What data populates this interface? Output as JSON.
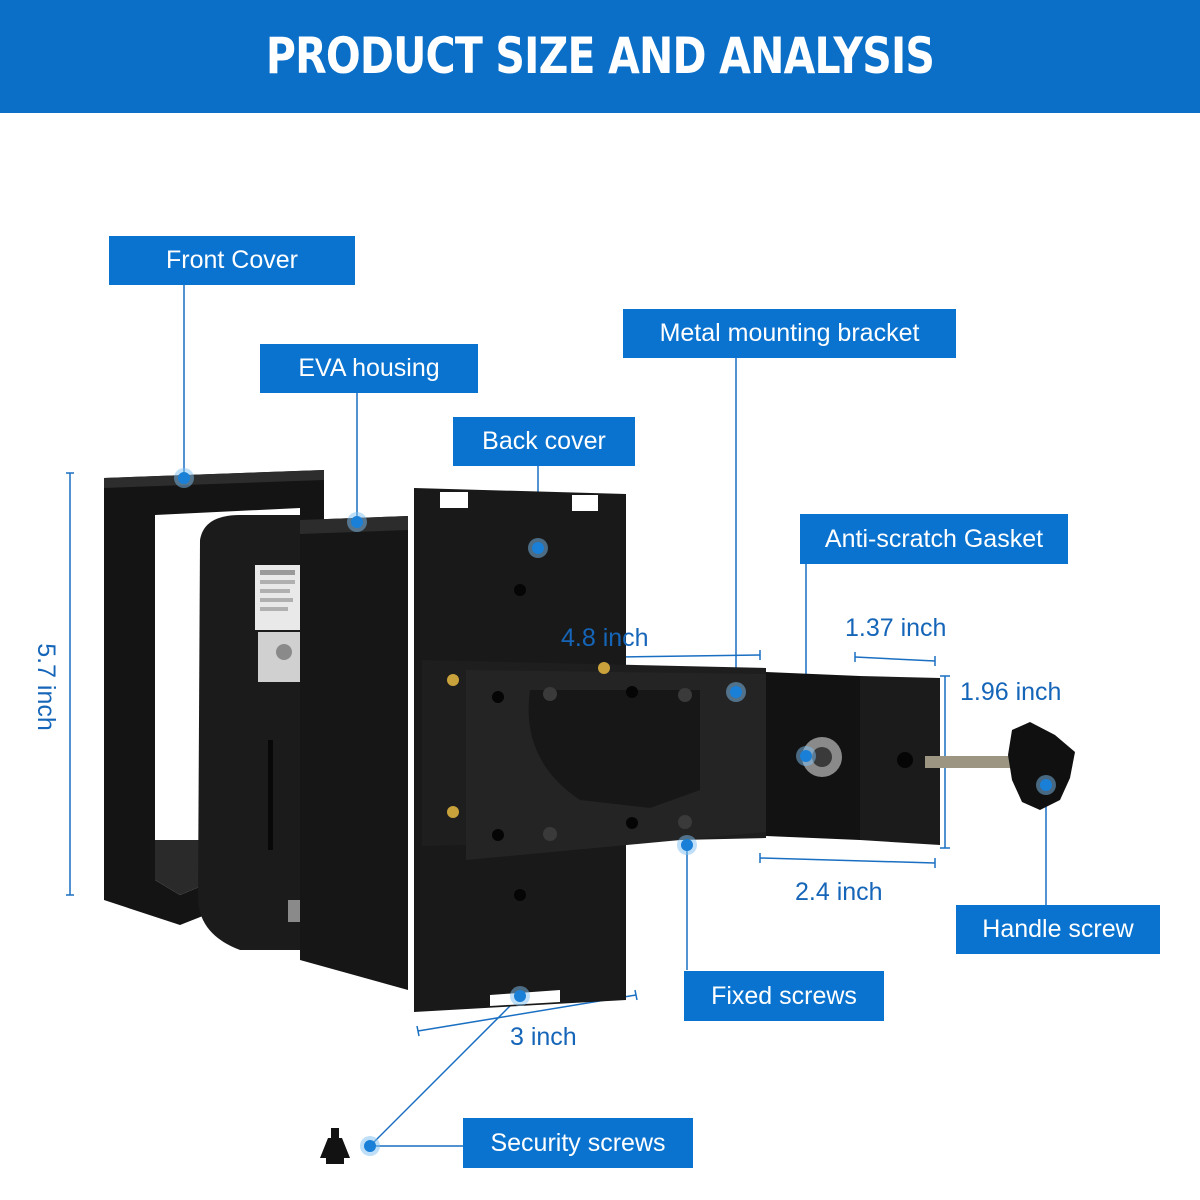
{
  "header": {
    "title": "PRODUCT SIZE AND ANALYSIS"
  },
  "colors": {
    "brand_blue": "#0a73cf",
    "dimension_blue": "#1565b8",
    "product_black": "#151515"
  },
  "labels": {
    "front_cover": "Front Cover",
    "eva_housing": "EVA housing",
    "back_cover": "Back cover",
    "metal_bracket": "Metal mounting bracket",
    "gasket": "Anti-scratch Gasket",
    "handle_screw": "Handle screw",
    "fixed_screws": "Fixed screws",
    "security_screws": "Security screws"
  },
  "dimensions": {
    "height": "5.7 inch",
    "bracket_length": "4.8 inch",
    "clamp_width": "1.37 inch",
    "clamp_height": "1.96 inch",
    "clamp_depth": "2.4 inch",
    "back_width": "3 inch"
  }
}
